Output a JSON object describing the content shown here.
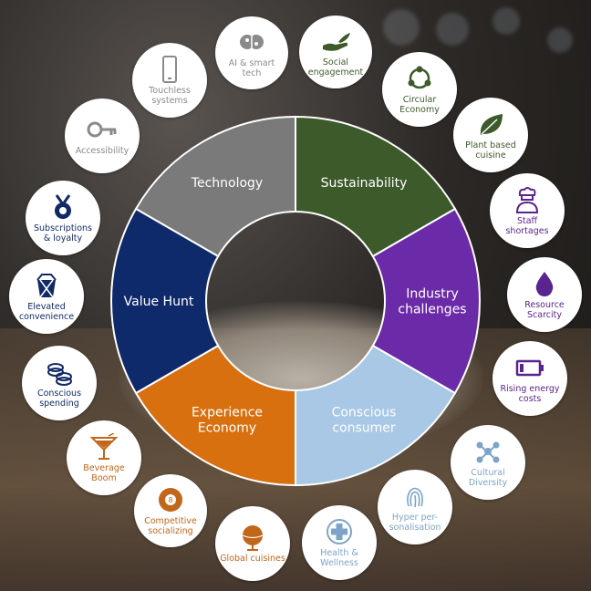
{
  "colors": {
    "technology": "#7a7a7a",
    "sustainability": "#3d5a2a",
    "industry_challenges": "#6b2aa8",
    "conscious_consumer": "#a9c8e6",
    "experience_economy": "#d9700f",
    "value_hunt": "#0f2a6b",
    "gray_text": "#8a8a8a",
    "green_text": "#3d5a2a",
    "purple_text": "#5a2490",
    "blue_text": "#7da4c8",
    "orange_text": "#c2661a",
    "navy_text": "#112a66"
  },
  "wheel": {
    "segments": [
      {
        "label": "Technology",
        "color": "#7a7a7a",
        "icon": "none"
      },
      {
        "label": "Sustainability",
        "color": "#3d5a2a",
        "icon": "none"
      },
      {
        "label": "Industry challenges",
        "color": "#6b2aa8",
        "icon": "none"
      },
      {
        "label": "Conscious consumer",
        "color": "#a9c8e6",
        "icon": "none"
      },
      {
        "label": "Experience Economy",
        "color": "#d9700f",
        "icon": "none"
      },
      {
        "label": "Value Hunt",
        "color": "#0f2a6b",
        "icon": "none"
      }
    ]
  },
  "badges": [
    {
      "label": "AI & smart tech",
      "icon": "brain-icon",
      "group": "technology"
    },
    {
      "label": "Social engagement",
      "icon": "hand-icon",
      "group": "sustainability"
    },
    {
      "label": "Circular Economy",
      "icon": "circular-arrows-icon",
      "group": "sustainability"
    },
    {
      "label": "Plant based cuisine",
      "icon": "leaf-icon",
      "group": "sustainability"
    },
    {
      "label": "Staff shortages",
      "icon": "chef-icon",
      "group": "industry_challenges"
    },
    {
      "label": "Resource Scarcity",
      "icon": "water-drop-icon",
      "group": "industry_challenges"
    },
    {
      "label": "Rising energy costs",
      "icon": "battery-low-icon",
      "group": "industry_challenges"
    },
    {
      "label": "Cultural Diversity",
      "icon": "people-circle-icon",
      "group": "conscious_consumer"
    },
    {
      "label": "Hyper per-sonalisation",
      "icon": "fingerprint-icon",
      "group": "conscious_consumer"
    },
    {
      "label": "Health & Wellness",
      "icon": "medical-cross-icon",
      "group": "conscious_consumer"
    },
    {
      "label": "Global cuisines",
      "icon": "globe-icon",
      "group": "experience_economy"
    },
    {
      "label": "Competitive socializing",
      "icon": "billiard-ball-icon",
      "group": "experience_economy"
    },
    {
      "label": "Beverage Boom",
      "icon": "cocktail-icon",
      "group": "experience_economy"
    },
    {
      "label": "Conscious spending",
      "icon": "coins-icon",
      "group": "value_hunt"
    },
    {
      "label": "Elevated convenience",
      "icon": "takeaway-box-icon",
      "group": "value_hunt"
    },
    {
      "label": "Subscriptions & loyalty",
      "icon": "medal-icon",
      "group": "value_hunt"
    },
    {
      "label": "Accessibility",
      "icon": "key-icon",
      "group": "technology"
    },
    {
      "label": "Touchless systems",
      "icon": "smartphone-icon",
      "group": "technology"
    }
  ]
}
